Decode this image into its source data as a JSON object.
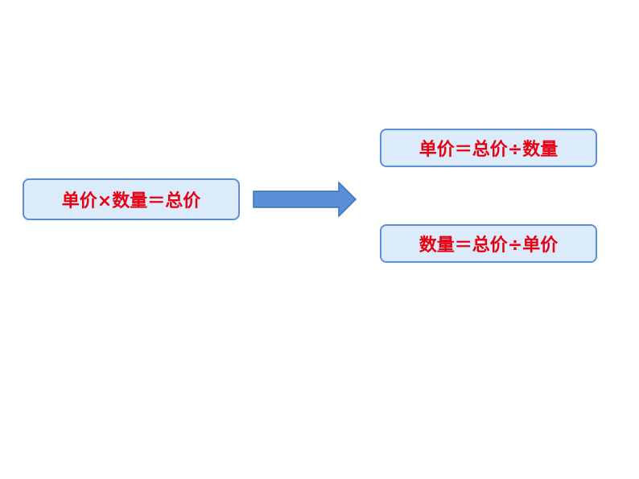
{
  "colors": {
    "text": "#e60012",
    "box_fill": "#dcebfa",
    "box_border": "#5b8fd9",
    "arrow": "#5b8fd9"
  },
  "diagram": {
    "source_formula": "单价×数量＝总价",
    "derived_formulas": [
      "单价＝总价÷数量",
      "数量＝总价÷单价"
    ]
  }
}
